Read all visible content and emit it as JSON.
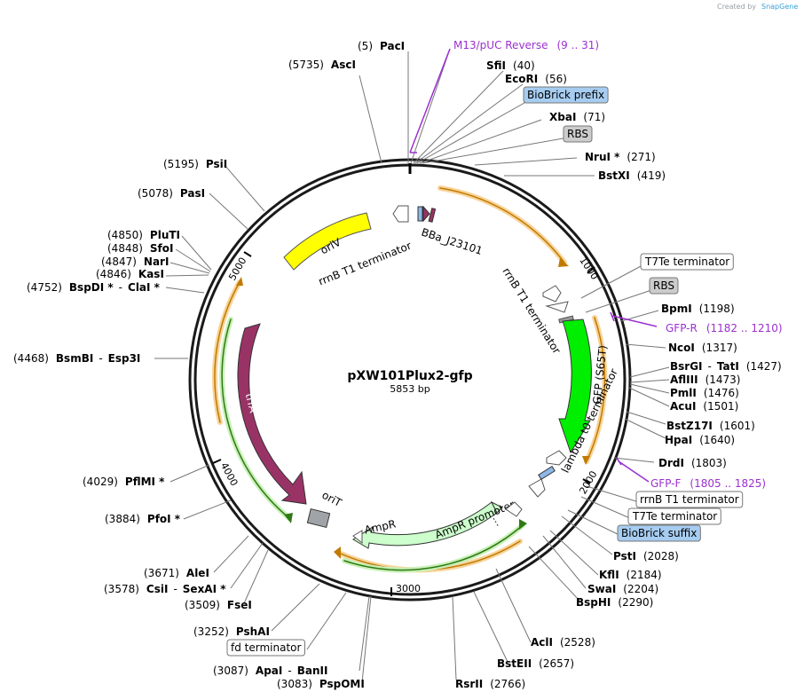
{
  "credit": {
    "prefix": "Created by",
    "brand": "SnapGene"
  },
  "plasmid": {
    "name": "pXW101Plux2-gfp",
    "length_label": "5853 bp",
    "length": 5853
  },
  "ticks": [
    "1000",
    "2000",
    "3000",
    "4000",
    "5000"
  ],
  "sites": [
    {
      "pos": "(5)",
      "name": "PacI"
    },
    {
      "pos": "(5735)",
      "name": "AscI"
    },
    {
      "name": "M13/pUC Reverse",
      "range": "(9 .. 31)"
    },
    {
      "name": "SfiI",
      "pos": "(40)"
    },
    {
      "name": "EcoRI",
      "pos": "(56)"
    },
    {
      "name": "BioBrick prefix"
    },
    {
      "name": "XbaI",
      "pos": "(71)"
    },
    {
      "name": "RBS"
    },
    {
      "name": "NruI *",
      "pos": "(271)"
    },
    {
      "name": "BstXI",
      "pos": "(419)"
    },
    {
      "pos": "(5195)",
      "name": "PsiI"
    },
    {
      "pos": "(5078)",
      "name": "PasI"
    },
    {
      "pos": "(4850)",
      "name": "PluTI"
    },
    {
      "pos": "(4848)",
      "name": "SfoI"
    },
    {
      "pos": "(4847)",
      "name": "NarI"
    },
    {
      "pos": "(4846)",
      "name": "KasI"
    },
    {
      "pos": "(4752)",
      "name": "BspDI *",
      "name2": "ClaI *"
    },
    {
      "name": "T7Te terminator"
    },
    {
      "name": "RBS"
    },
    {
      "name": "BpmI",
      "pos": "(1198)"
    },
    {
      "name": "GFP-R",
      "range": "(1182 .. 1210)"
    },
    {
      "name": "NcoI",
      "pos": "(1317)"
    },
    {
      "name": "BsrGI",
      "name2": "TatI",
      "pos": "(1427)"
    },
    {
      "name": "AflIII",
      "pos": "(1473)"
    },
    {
      "name": "PmlI",
      "pos": "(1476)"
    },
    {
      "name": "AcuI",
      "pos": "(1501)"
    },
    {
      "name": "BstZ17I",
      "pos": "(1601)"
    },
    {
      "name": "HpaI",
      "pos": "(1640)"
    },
    {
      "pos": "(4468)",
      "name": "BsmBI",
      "name2": "Esp3I"
    },
    {
      "name": "DrdI",
      "pos": "(1803)"
    },
    {
      "name": "GFP-F",
      "range": "(1805 .. 1825)"
    },
    {
      "pos": "(4029)",
      "name": "PflMI *"
    },
    {
      "name": "rrnB T1 terminator"
    },
    {
      "name": "T7Te terminator"
    },
    {
      "pos": "(3884)",
      "name": "PfoI *"
    },
    {
      "name": "BioBrick suffix"
    },
    {
      "name": "PstI",
      "pos": "(2028)"
    },
    {
      "pos": "(3671)",
      "name": "AleI"
    },
    {
      "name": "KflI",
      "pos": "(2184)"
    },
    {
      "pos": "(3578)",
      "name": "CsiI",
      "name2": "SexAI *"
    },
    {
      "name": "SwaI",
      "pos": "(2204)"
    },
    {
      "pos": "(3509)",
      "name": "FseI"
    },
    {
      "name": "BspHI",
      "pos": "(2290)"
    },
    {
      "pos": "(3252)",
      "name": "PshAI"
    },
    {
      "name": "fd terminator"
    },
    {
      "name": "AclI",
      "pos": "(2528)"
    },
    {
      "pos": "(3087)",
      "name": "ApaI",
      "name2": "BanII"
    },
    {
      "name": "BstEII",
      "pos": "(2657)"
    },
    {
      "pos": "(3083)",
      "name": "PspOMI"
    },
    {
      "name": "RsrII",
      "pos": "(2766)"
    }
  ],
  "features": {
    "oriV": "oriV",
    "rrnb_top": "rrnB T1 terminator",
    "bba": "BBa_J23101",
    "rrnb_right": "rrnB T1 terminator",
    "gfp": "GFP (S65T)",
    "lambda": "lambda t0 terminator",
    "trfA": "trfA",
    "oriT": "oriT",
    "ampr": "AmpR",
    "ampr_promoter": "AmpR promoter"
  },
  "colors": {
    "backbone": "#1a1a1a",
    "oriV": "#ffff00",
    "trfA": "#993366",
    "gfp": "#00ee00",
    "ampr": "#ccffcc",
    "orf_orange": "#f5a000",
    "orf_green": "#4caf28",
    "primer": "#9b30d0",
    "tag_blue": "#a6ccf0",
    "tag_gray": "#cccccc"
  }
}
